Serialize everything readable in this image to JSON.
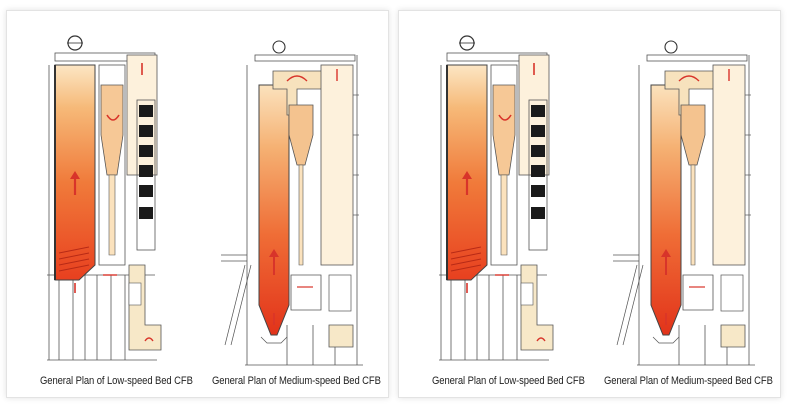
{
  "panels": [
    {
      "left_caption": "General Plan of Low-speed Bed CFB",
      "right_caption": "General Plan of Medium-speed Bed CFB"
    },
    {
      "left_caption": "General Plan of Low-speed Bed CFB",
      "right_caption": "General Plan of Medium-speed Bed CFB"
    }
  ],
  "colors": {
    "furnace_hot": "#e8401f",
    "furnace_warm": "#f6a15a",
    "furnace_cool": "#fce6c4",
    "duct_cream": "#f7e8c8",
    "outline": "#555555",
    "block_dark": "#1a1a1a",
    "arrow": "#d8342a"
  }
}
